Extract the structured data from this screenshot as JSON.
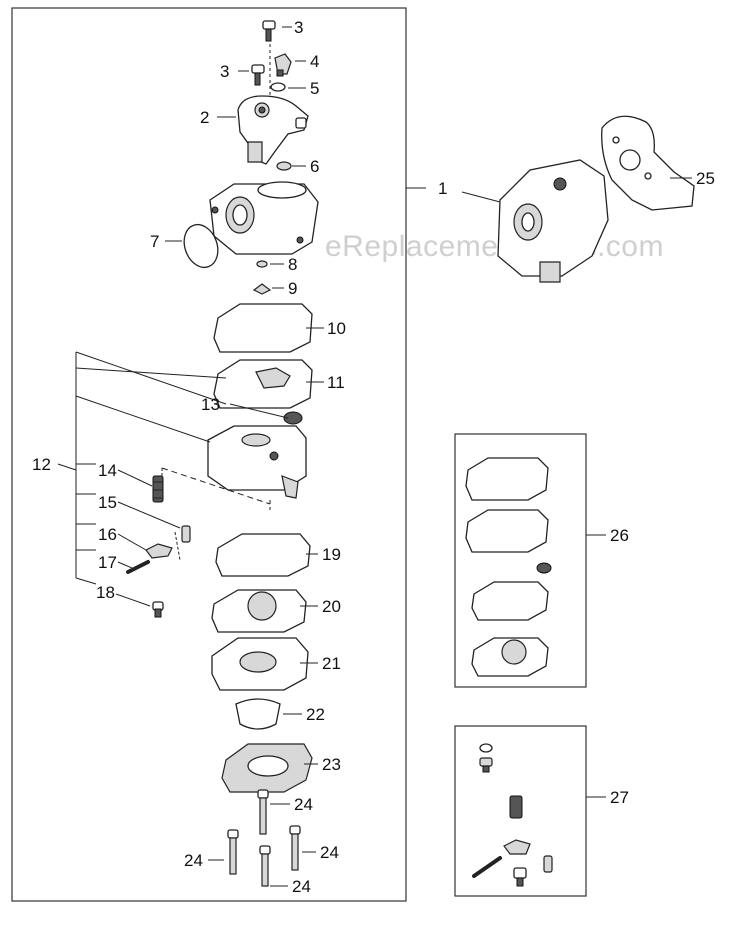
{
  "watermark": "eReplacementParts.com",
  "callouts": {
    "c1": "1",
    "c2": "2",
    "c3a": "3",
    "c3b": "3",
    "c4": "4",
    "c5": "5",
    "c6": "6",
    "c7": "7",
    "c8": "8",
    "c9": "9",
    "c10": "10",
    "c11": "11",
    "c12": "12",
    "c13": "13",
    "c14": "14",
    "c15": "15",
    "c16": "16",
    "c17": "17",
    "c18": "18",
    "c19": "19",
    "c20": "20",
    "c21": "21",
    "c22": "22",
    "c23": "23",
    "c24a": "24",
    "c24b": "24",
    "c24c": "24",
    "c24d": "24",
    "c25": "25",
    "c26": "26",
    "c27": "27"
  }
}
